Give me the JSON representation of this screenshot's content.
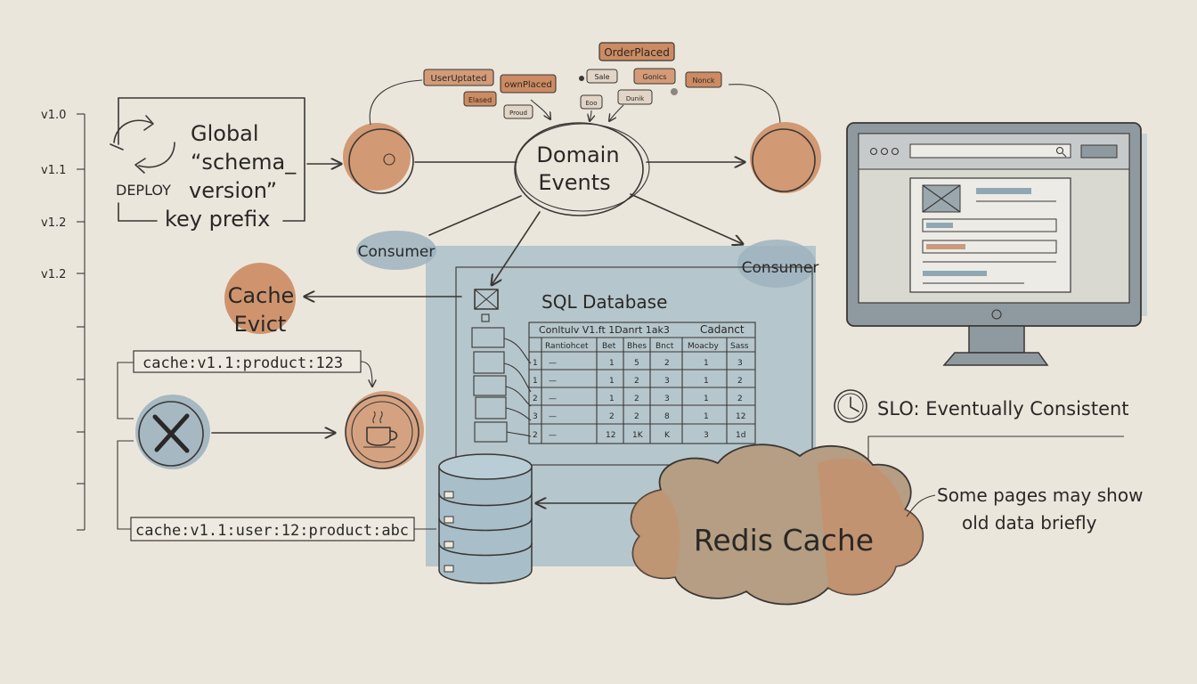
{
  "versions": [
    "v1.0",
    "v1.1",
    "v1.2",
    "v1.2"
  ],
  "deploy": {
    "label": "DEPLOY",
    "lines": [
      "Global",
      "“schema_",
      "version”",
      "key prefix"
    ]
  },
  "events": {
    "title_lines": [
      "Domain",
      "Events"
    ],
    "tags": [
      "OrderPlaced",
      "UserUptated",
      "ownPlaced",
      "Sale",
      "Gonics",
      "Nonck",
      "Elased",
      "Proud",
      "Eoo",
      "Dunik"
    ]
  },
  "consumers": [
    "Consumer",
    "Consumer"
  ],
  "cache_evict": {
    "lines": [
      "Cache",
      "Evict"
    ]
  },
  "keys": [
    "cache:v1.1:product:123",
    "cache:v1.1:user:12:product:abc"
  ],
  "sql": {
    "title": "SQL Database",
    "table_caption": "Conltulv V1.ft 1Danrt 1ak3",
    "table_caption_right": "Cadanct",
    "headers": [
      "Rantiohcet",
      "Bet",
      "Bhes",
      "Bnct",
      "Moacby",
      "Sass"
    ],
    "rows": [
      [
        "1",
        "—",
        "1",
        "5",
        "2",
        "1",
        "3"
      ],
      [
        "1",
        "—",
        "1",
        "2",
        "3",
        "1",
        "2"
      ],
      [
        "2",
        "—",
        "1",
        "2",
        "3",
        "1",
        "2"
      ],
      [
        "3",
        "—",
        "2",
        "2",
        "8",
        "1",
        "12"
      ],
      [
        "2",
        "—",
        "12",
        "1K",
        "K",
        "3",
        "1d"
      ]
    ]
  },
  "slo": {
    "label": "SLO: Eventually Consistent"
  },
  "note": {
    "lines": [
      "Some pages may show",
      "old data briefly"
    ]
  },
  "redis": {
    "label": "Redis Cache"
  },
  "colors": {
    "paper": "#ebe6dc",
    "terracotta": "#cc8b62",
    "blue": "#9fbac6",
    "ink": "#2a2826",
    "monitor": "#8f9aa0"
  }
}
